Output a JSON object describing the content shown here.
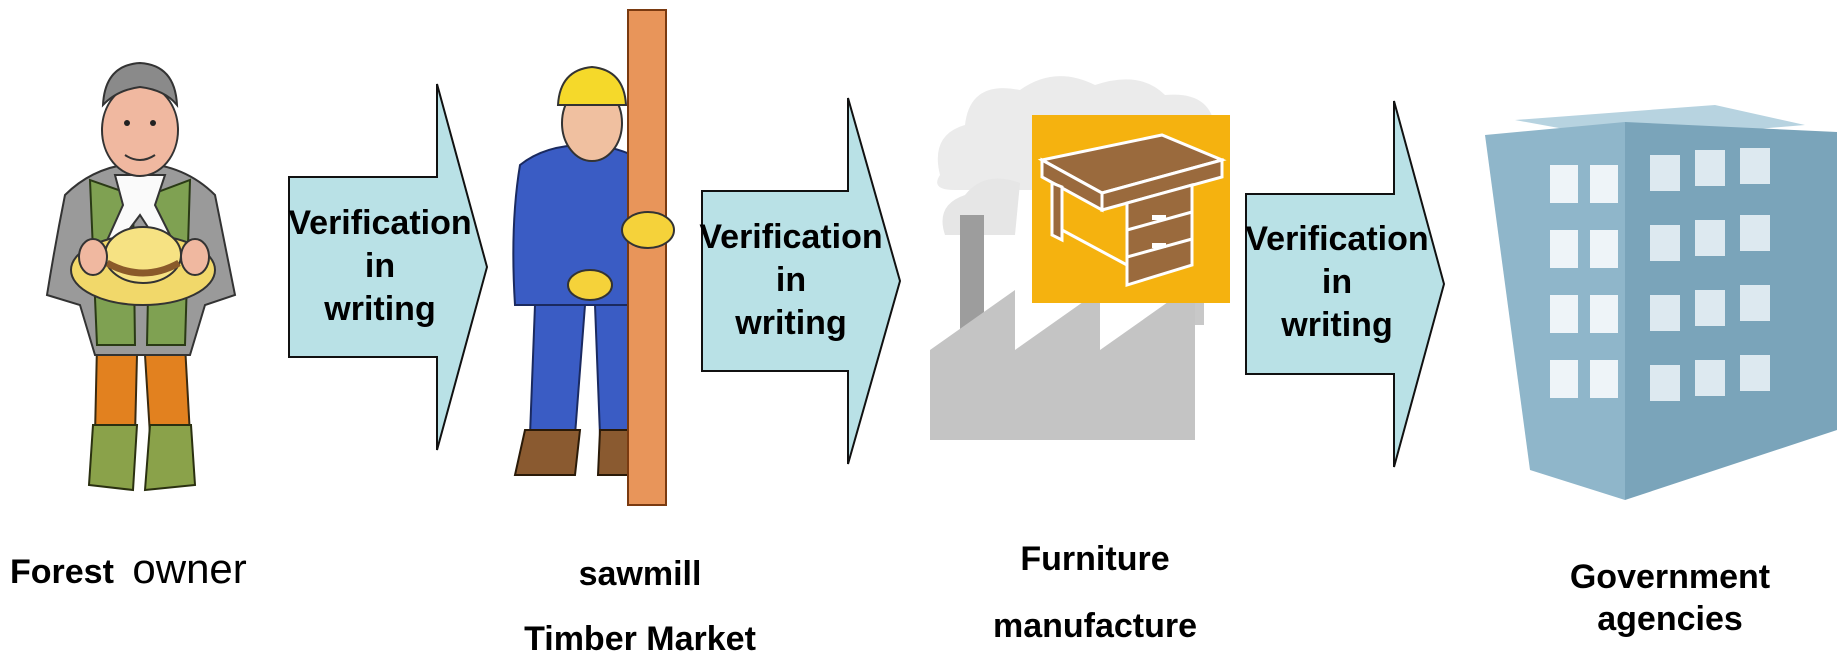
{
  "diagram": {
    "nodes": [
      {
        "id": "forest-owner",
        "label_bold": "Forest",
        "label_normal": "owner"
      },
      {
        "id": "sawmill",
        "line1": "sawmill",
        "line2": "Timber Market"
      },
      {
        "id": "furniture",
        "line1": "Furniture",
        "line2": "manufacture"
      },
      {
        "id": "government",
        "line1": "Government",
        "line2": "agencies"
      }
    ],
    "arrows": [
      {
        "line1": "Verification",
        "line2": "in",
        "line3": "writing"
      },
      {
        "line1": "Verification",
        "line2": "in",
        "line3": "writing"
      },
      {
        "line1": "Verification",
        "line2": "in",
        "line3": "writing"
      }
    ]
  },
  "colors": {
    "arrow_fill": "#b9e1e6",
    "arrow_stroke": "#111111",
    "desk_background": "#f5b20f",
    "desk_wood": "#9a6a3d",
    "factory_gray": "#c4c4c4",
    "building_blue": "#8fb6ca"
  }
}
